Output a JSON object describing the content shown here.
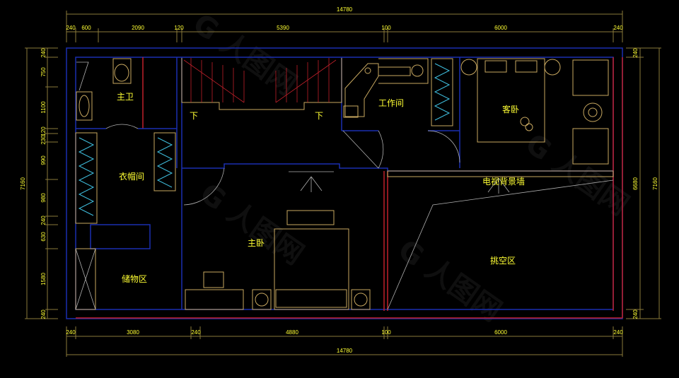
{
  "top_dims": {
    "total": "14780",
    "segments": [
      "240",
      "600",
      "2090",
      "120",
      "5390",
      "100",
      "6000",
      "240"
    ]
  },
  "bottom_dims": {
    "total": "14780",
    "segments": [
      "240",
      "3080",
      "240",
      "4880",
      "100",
      "6000",
      "240"
    ]
  },
  "left_dims": {
    "total": "7160",
    "segments": [
      "240",
      "750",
      "1100",
      "120",
      "230",
      "990",
      "980",
      "240",
      "630",
      "1580",
      "240"
    ]
  },
  "right_dims": {
    "total": "7160",
    "segments": [
      "240",
      "6680",
      "240"
    ]
  },
  "rooms": {
    "master_bath": "主卫",
    "cloakroom": "衣帽间",
    "storage": "储物区",
    "master_bedroom": "主卧",
    "study": "工作间",
    "guest_bedroom": "客卧",
    "tv_wall": "电视背景墙",
    "void": "挑空区"
  },
  "stairs": {
    "down_left": "下",
    "down_right": "下"
  }
}
